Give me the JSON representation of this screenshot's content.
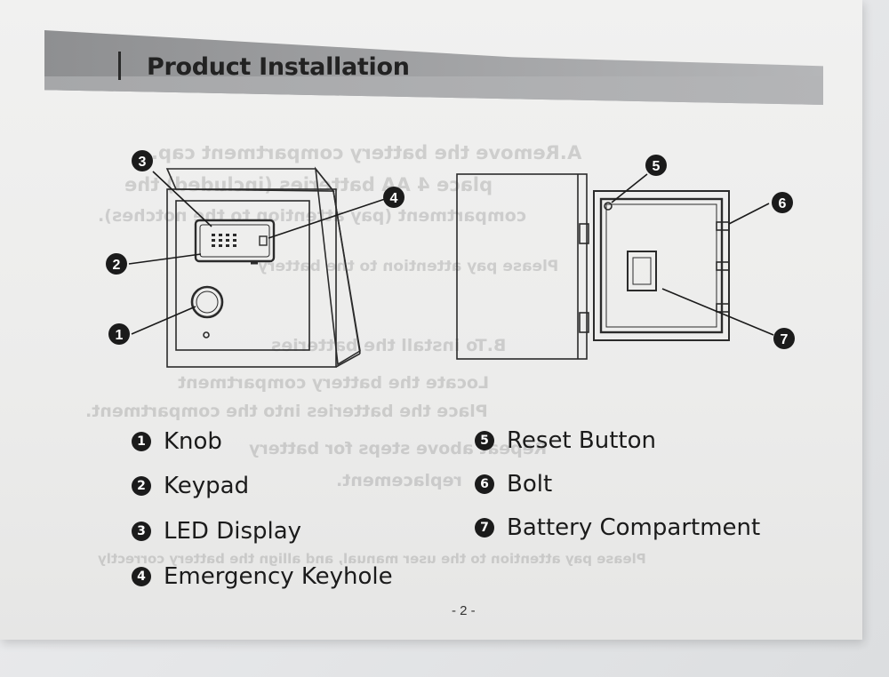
{
  "title": "Product Installation",
  "callouts": [
    "1",
    "2",
    "3",
    "4",
    "5",
    "6",
    "7"
  ],
  "legend": [
    {
      "num": "1",
      "label": "Knob"
    },
    {
      "num": "2",
      "label": "Keypad"
    },
    {
      "num": "3",
      "label": "LED Display"
    },
    {
      "num": "4",
      "label": "Emergency Keyhole"
    },
    {
      "num": "5",
      "label": "Reset Button"
    },
    {
      "num": "6",
      "label": "Bolt"
    },
    {
      "num": "7",
      "label": "Battery Compartment"
    }
  ],
  "page_number": "- 2 -",
  "bleed_text": [
    "A.Remove the battery compartment cap.",
    "place 4 AA batteries (included) the",
    "compartment (pay attention to the notches).",
    "Please pay attention to the battery",
    "B.To install the batteries",
    "Locate the battery compartment",
    "Place the batteries into the compartment.",
    "Repeat above steps for battery",
    "replacement.",
    "Please pay attention to the user manual, and allign the battery correctly"
  ]
}
